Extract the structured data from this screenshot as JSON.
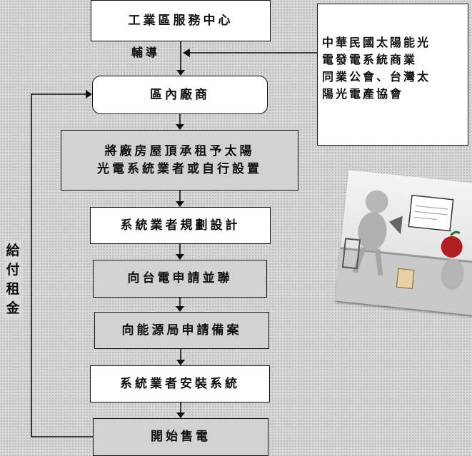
{
  "flow": {
    "service_center": "工業區服務中心",
    "guidance": "輔導",
    "vendors": "區內廠商",
    "lease": [
      "將廠房屋頂承租予太陽",
      "光電系統業者或自行設置"
    ],
    "design": "系統業者規劃設計",
    "taipower": "向台電申請並聯",
    "energy_bureau": "向能源局申請備案",
    "install": "系統業者安裝系統",
    "sell": "開始售電",
    "rent": [
      "給",
      "付",
      "租",
      "金"
    ]
  },
  "association": [
    "中華民國太陽能光",
    "電發電系統商業",
    "同業公會、台灣太",
    "陽光電產協會"
  ],
  "colors": {
    "line": "#111111",
    "box_grey": "#d2d2d2",
    "box_white": "#ffffff"
  }
}
